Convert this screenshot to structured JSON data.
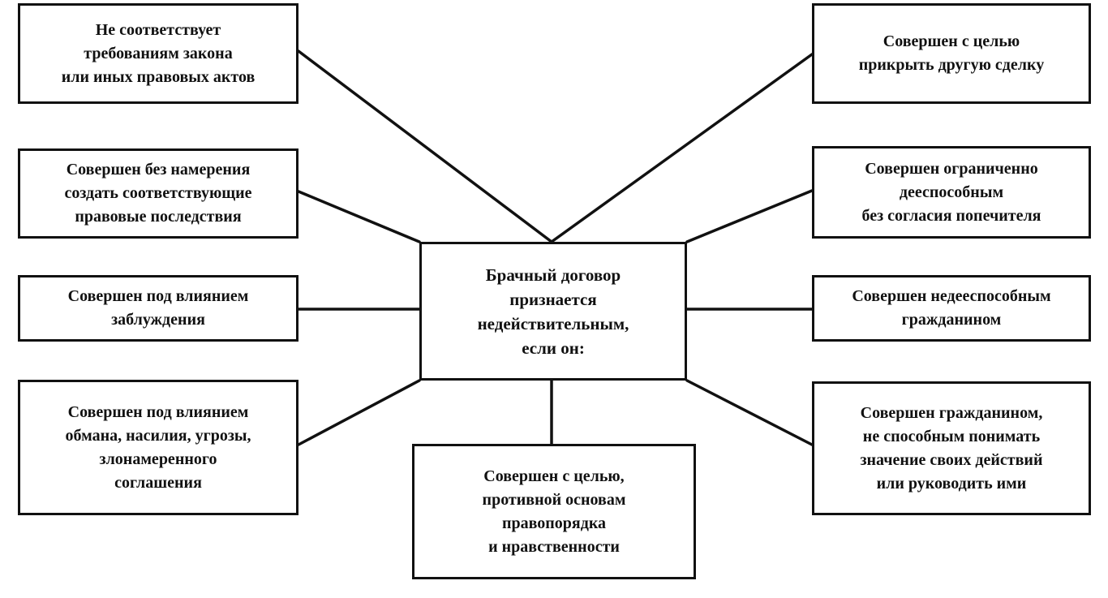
{
  "center": {
    "text": "Брачный договор\nпризнается\nнедействительным,\nесли он:"
  },
  "left": [
    {
      "text": "Не соответствует\nтребованиям закона\nили иных правовых актов"
    },
    {
      "text": "Совершен без намерения\nсоздать соответствующие\nправовые последствия"
    },
    {
      "text": "Совершен под влиянием\nзаблуждения"
    },
    {
      "text": "Совершен под влиянием\nобмана, насилия, угрозы,\nзлонамеренного\nсоглашения"
    }
  ],
  "right": [
    {
      "text": "Совершен с целью\nприкрыть другую сделку"
    },
    {
      "text": "Совершен ограниченно\nдееспособным\nбез согласия попечителя"
    },
    {
      "text": "Совершен недееспособным\nгражданином"
    },
    {
      "text": "Совершен гражданином,\nне способным понимать\nзначение своих действий\nили руководить ими"
    }
  ],
  "bottom": {
    "text": "Совершен с целью,\nпротивной основам\nправопорядка\nи нравственности"
  }
}
